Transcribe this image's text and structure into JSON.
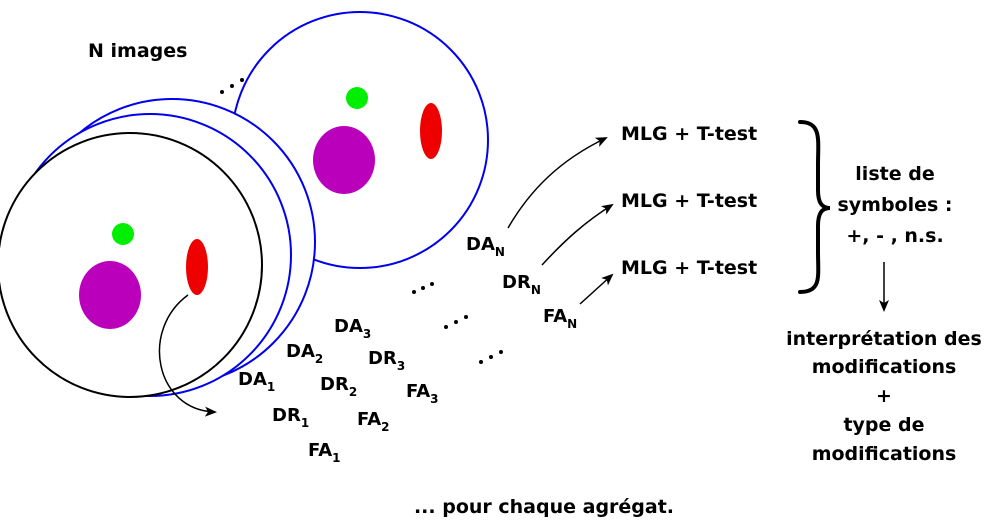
{
  "header": {
    "images_label": "N images"
  },
  "sequences": {
    "da_n": {
      "base": "DA",
      "sub": "N"
    },
    "dr_n": {
      "base": "DR",
      "sub": "N"
    },
    "fa_n": {
      "base": "FA",
      "sub": "N"
    },
    "da_3": {
      "base": "DA",
      "sub": "3"
    },
    "da_2": {
      "base": "DA",
      "sub": "2"
    },
    "dr_3": {
      "base": "DR",
      "sub": "3"
    },
    "da_1": {
      "base": "DA",
      "sub": "1"
    },
    "dr_2": {
      "base": "DR",
      "sub": "2"
    },
    "fa_3": {
      "base": "FA",
      "sub": "3"
    },
    "dr_1": {
      "base": "DR",
      "sub": "1"
    },
    "fa_2": {
      "base": "FA",
      "sub": "2"
    },
    "fa_1": {
      "base": "FA",
      "sub": "1"
    }
  },
  "tests": {
    "top": "MLG + T-test",
    "middle": "MLG + T-test",
    "bottom": "MLG + T-test"
  },
  "symbols": {
    "line1": "liste de",
    "line2": "symboles :",
    "line3": "+, - , n.s."
  },
  "interpretation": {
    "line1": "interprétation des",
    "line2": "modifications",
    "line3": "+",
    "line4": "type de",
    "line5": "modifications"
  },
  "footer": {
    "caption": "... pour chaque agrégat."
  },
  "colors": {
    "circle_back": "#0000ee",
    "circle_front": "#000000",
    "green_dot": "#00ee00",
    "red_ellipse": "#ee0000",
    "purple_blob": "#bb00bb"
  }
}
